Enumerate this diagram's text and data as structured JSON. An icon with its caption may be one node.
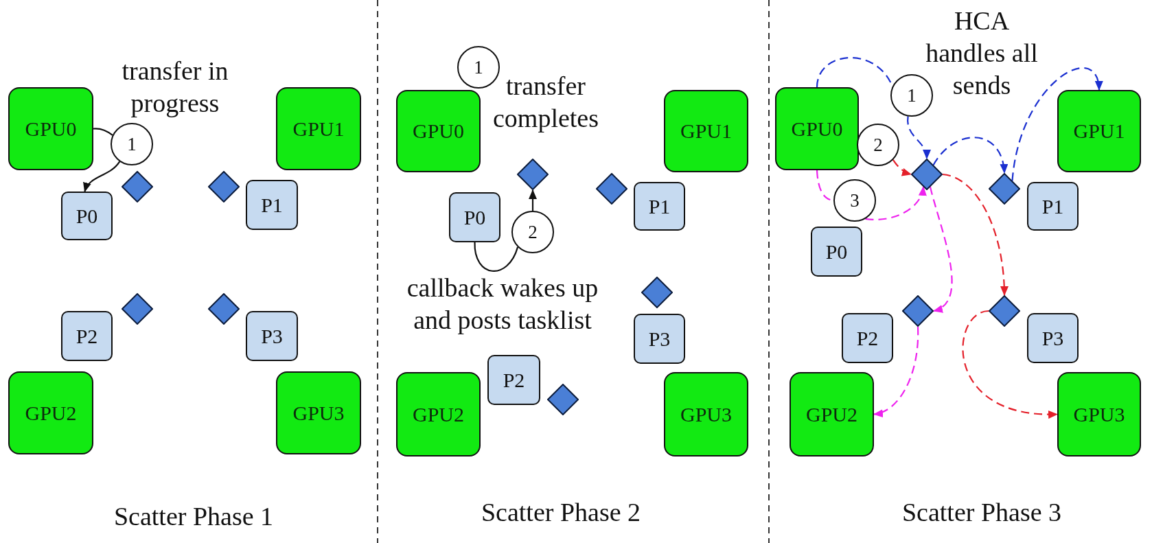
{
  "diagram": {
    "nodes": [
      {
        "text": [
          "GPU0"
        ]
      },
      {
        "text": [
          "GPU1"
        ]
      },
      {
        "text": [
          "GPU2"
        ]
      },
      {
        "text": [
          "GPU3"
        ]
      },
      {
        "text": [
          "P0"
        ]
      },
      {
        "text": [
          "P1"
        ]
      },
      {
        "text": [
          "P2"
        ]
      },
      {
        "text": [
          "P3"
        ]
      },
      {
        "text": [],
        "shape": "diamond"
      },
      {
        "text": [],
        "shape": "diamond"
      },
      {
        "text": [],
        "shape": "diamond"
      },
      {
        "text": [],
        "shape": "diamond"
      },
      {
        "text": [
          "1"
        ]
      },
      {
        "text": [
          "GPU0"
        ]
      },
      {
        "text": [
          "GPU1"
        ]
      },
      {
        "text": [
          "GPU2"
        ]
      },
      {
        "text": [
          "GPU3"
        ]
      },
      {
        "text": [
          "P0"
        ]
      },
      {
        "text": [
          "P1"
        ]
      },
      {
        "text": [
          "P2"
        ]
      },
      {
        "text": [
          "P3"
        ]
      },
      {
        "text": [],
        "shape": "diamond"
      },
      {
        "text": [],
        "shape": "diamond"
      },
      {
        "text": [],
        "shape": "diamond"
      },
      {
        "text": [],
        "shape": "diamond"
      },
      {
        "text": [
          "1"
        ]
      },
      {
        "text": [
          "2"
        ]
      },
      {
        "text": [
          "GPU0"
        ]
      },
      {
        "text": [
          "GPU1"
        ]
      },
      {
        "text": [
          "GPU2"
        ]
      },
      {
        "text": [
          "GPU3"
        ]
      },
      {
        "text": [
          "P0"
        ]
      },
      {
        "text": [
          "P1"
        ]
      },
      {
        "text": [
          "P2"
        ]
      },
      {
        "text": [
          "P3"
        ]
      },
      {
        "text": [],
        "shape": "diamond"
      },
      {
        "text": [],
        "shape": "diamond"
      },
      {
        "text": [],
        "shape": "diamond"
      },
      {
        "text": [],
        "shape": "diamond"
      },
      {
        "text": [
          "1"
        ]
      },
      {
        "text": [
          "2"
        ]
      },
      {
        "text": [
          "3"
        ]
      }
    ],
    "edges": [
      {
        "from": 0,
        "to": 12,
        "arrow": "none"
      },
      {
        "from": 12,
        "to": 4,
        "arrow": "to"
      },
      {
        "from": 17,
        "to": 26,
        "arrow": "none"
      },
      {
        "from": 26,
        "to": 21,
        "arrow": "to"
      },
      {
        "from": 27,
        "to": 39,
        "arrow": "none",
        "style": "dashed",
        "color": "#1a2fd0"
      },
      {
        "from": 39,
        "to": 35,
        "arrow": "to",
        "style": "dashed",
        "color": "#1a2fd0"
      },
      {
        "from": 35,
        "to": 36,
        "arrow": "to",
        "style": "dashed",
        "color": "#1a2fd0"
      },
      {
        "from": 36,
        "to": 28,
        "arrow": "to",
        "style": "dashed",
        "color": "#1a2fd0"
      },
      {
        "from": 40,
        "to": 35,
        "arrow": "to",
        "style": "dashed",
        "color": "#e4202a"
      },
      {
        "from": 35,
        "to": 38,
        "arrow": "to",
        "style": "dashed",
        "color": "#e4202a"
      },
      {
        "from": 38,
        "to": 30,
        "arrow": "to",
        "style": "dashed",
        "color": "#e4202a"
      },
      {
        "from": 27,
        "to": 41,
        "arrow": "none",
        "style": "dashed",
        "color": "#ee22ee"
      },
      {
        "from": 41,
        "to": 35,
        "arrow": "to",
        "style": "dashed",
        "color": "#ee22ee"
      },
      {
        "from": 35,
        "to": 37,
        "arrow": "to",
        "style": "dashed",
        "color": "#ee22ee"
      },
      {
        "from": 37,
        "to": 29,
        "arrow": "to",
        "style": "dashed",
        "color": "#ee22ee"
      }
    ],
    "labels": [
      "transfer in progress",
      "Scatter Phase 1",
      "transfer completes",
      "callback wakes up and posts tasklist",
      "Scatter Phase 2",
      "HCA handles all sends",
      "Scatter Phase 3"
    ]
  }
}
